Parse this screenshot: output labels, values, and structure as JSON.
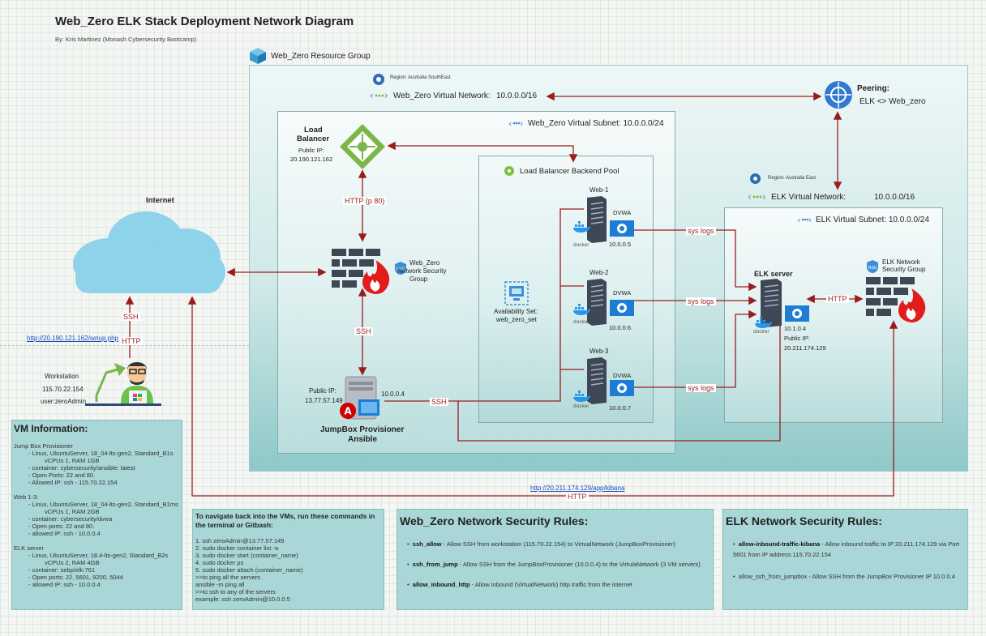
{
  "title": "Web_Zero ELK Stack Deployment Network Diagram",
  "author": "By: Kris Martinez (Monash Cybersecurity Bootcamp)",
  "resource_group": "Web_Zero Resource Group",
  "web_vnet": {
    "region": "Region: Australia SouthEast",
    "label": "Web_Zero Virtual Network:",
    "cidr": "10.0.0.0/16"
  },
  "peering": {
    "label": "Peering:",
    "value": "ELK <> Web_zero"
  },
  "web_subnet": "Web_Zero Virtual Subnet: 10.0.0.0/24",
  "load_balancer": {
    "name_line1": "Load",
    "name_line2": "Balancer",
    "ip_label": "Public IP:",
    "ip": "20.190.121.162"
  },
  "backend_pool": "Load Balancer Backend Pool",
  "nsg_web": {
    "line1": "Web_Zero",
    "line2": "Network Security",
    "line3": "Group"
  },
  "availability_set": {
    "line1": "Availability Set:",
    "line2": "web_zero_set"
  },
  "webs": [
    {
      "name": "Web-1",
      "app": "DVWA",
      "ip": "10.0.0.5",
      "docker": "docker"
    },
    {
      "name": "Web-2",
      "app": "DVWA",
      "ip": "10.0.0.6",
      "docker": "docker"
    },
    {
      "name": "Web-3",
      "app": "DVWA",
      "ip": "10.0.0.7",
      "docker": "docker"
    }
  ],
  "jumpbox": {
    "ip_label": "Public IP:",
    "ip": "13.77.57.149",
    "private_ip": "10.0.0.4",
    "name_line1": "JumpBox Provisioner",
    "name_line2": "Ansible"
  },
  "elk_vnet": {
    "region": "Region: Australia East",
    "label": "ELK Virtual Network:",
    "cidr": "10.0.0.0/16"
  },
  "elk_subnet": "ELK Virtual Subnet: 10.0.0.0/24",
  "elk_server": {
    "name": "ELK server",
    "ip": "10.1.0.4",
    "ip_label": "Public IP:",
    "public_ip": "20.211.174.129",
    "docker": "docker"
  },
  "nsg_elk": {
    "line1": "ELK Network",
    "line2": "Security Group"
  },
  "internet": "Internet",
  "workstation": {
    "label": "Workstation",
    "ip": "115.70.22.154",
    "user": "user:zeroAdmin"
  },
  "links": {
    "setup": "http://20.190.121.162/setup.php",
    "kibana": "http://20.211.174.129/app/kibana"
  },
  "arrows": {
    "http_p80": "HTTP (p 80)",
    "ssh": "SSH",
    "http": "HTTP",
    "sys_logs": "sys logs"
  },
  "vm_info": {
    "title": "VM Information:",
    "jump_title": "Jump Box Provisioner",
    "jump_lines": [
      "- Linux, UbuntuServer, 18_04-lts-gen2, Standard_B1s",
      "vCPUs 1, RAM 1GB",
      "- container: cybersecurity/ansible: latest",
      "- Open Ports: 22 and 80.",
      "- Allowed IP: ssh - 115.70.22.154"
    ],
    "web_title": "Web 1-3:",
    "web_lines": [
      "- Linux, UbuntuServer, 18_04-lts-gen2, Standard_B1ms",
      "vCPUs 1, RAM 2GB",
      "- container: cybersecurity/dvwa",
      "- Open ports: 22 and 80.",
      "- allowed IP:  ssh - 10.0.0.4"
    ],
    "elk_title": "ELK server",
    "elk_lines": [
      "- Linux, UbuntuServer, 18.4-lts-gen2, Standard_B2s",
      "vCPUs 2, RAM 4GB",
      "- container: sebp/elk:761",
      "- Open ports: 22, 5601, 9200, 5044",
      "- allowed IP: ssh - 10.0.0.4"
    ]
  },
  "commands": {
    "title": "To navigate back into the VMs, run these commands in the terminal or Gitbash:",
    "lines": [
      "1. ssh zeroAdmin@13.77.57.149",
      "2. sudo docker container list -a",
      "3. sudo docker start (container_name)",
      "4. sudo docker ps",
      "5. sudo docker attach (container_name)",
      ">>to ping all the servers",
      "ansible -m ping all",
      ">>to ssh to any of the servers",
      "example: ssh zeroAdmin@10.0.0.5"
    ]
  },
  "web_rules": {
    "title": "Web_Zero Network Security Rules:",
    "rules": [
      {
        "name": "ssh_allow",
        "desc": " - Allow SSH from workstation (115.70.22.154) to VirtualNetwork (JumpBoxProvisioner)"
      },
      {
        "name": "ssh_from_jump",
        "desc": " - Allow SSH from the JumpBoxProvisioner (10.0.0.4) to the VirtulaNetwork (3 VM servers)"
      },
      {
        "name": "allow_inbound_http",
        "desc": " - Allow inbound (VirtualNetwork) http traffic from the internet"
      }
    ]
  },
  "elk_rules": {
    "title": "ELK Network Security Rules:",
    "rules": [
      {
        "name": "allow-inbound-traffic-kibana",
        "desc": " - Allow inbound traffic to IP 20.211.174.129 via Port 5601 from IP address 115.70.22.154"
      },
      {
        "name": "",
        "desc": "allow_ssh_from_jumpbox - Allow SSH from the JumpBox Provisioner IP 10.0.0.4"
      }
    ]
  }
}
